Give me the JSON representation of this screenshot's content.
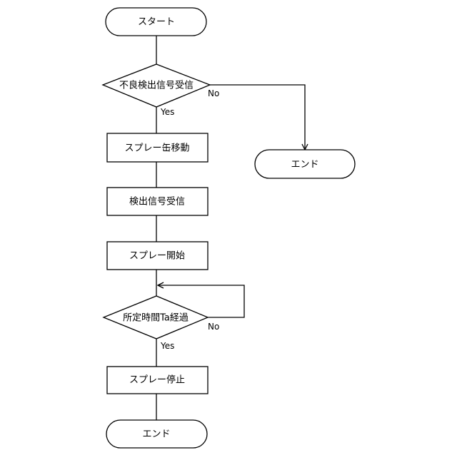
{
  "nodes": {
    "start": "スタート",
    "check_signal": "不良検出信号受信",
    "move_can": "スプレー缶移動",
    "receive_signal": "検出信号受信",
    "spray_start": "スプレー開始",
    "elapsed_check": "所定時間Ta経過",
    "spray_stop": "スプレー停止",
    "end_main": "エンド",
    "end_side": "エンド"
  },
  "edge_labels": {
    "check_no": "No",
    "check_yes": "Yes",
    "elapsed_no": "No",
    "elapsed_yes": "Yes"
  }
}
